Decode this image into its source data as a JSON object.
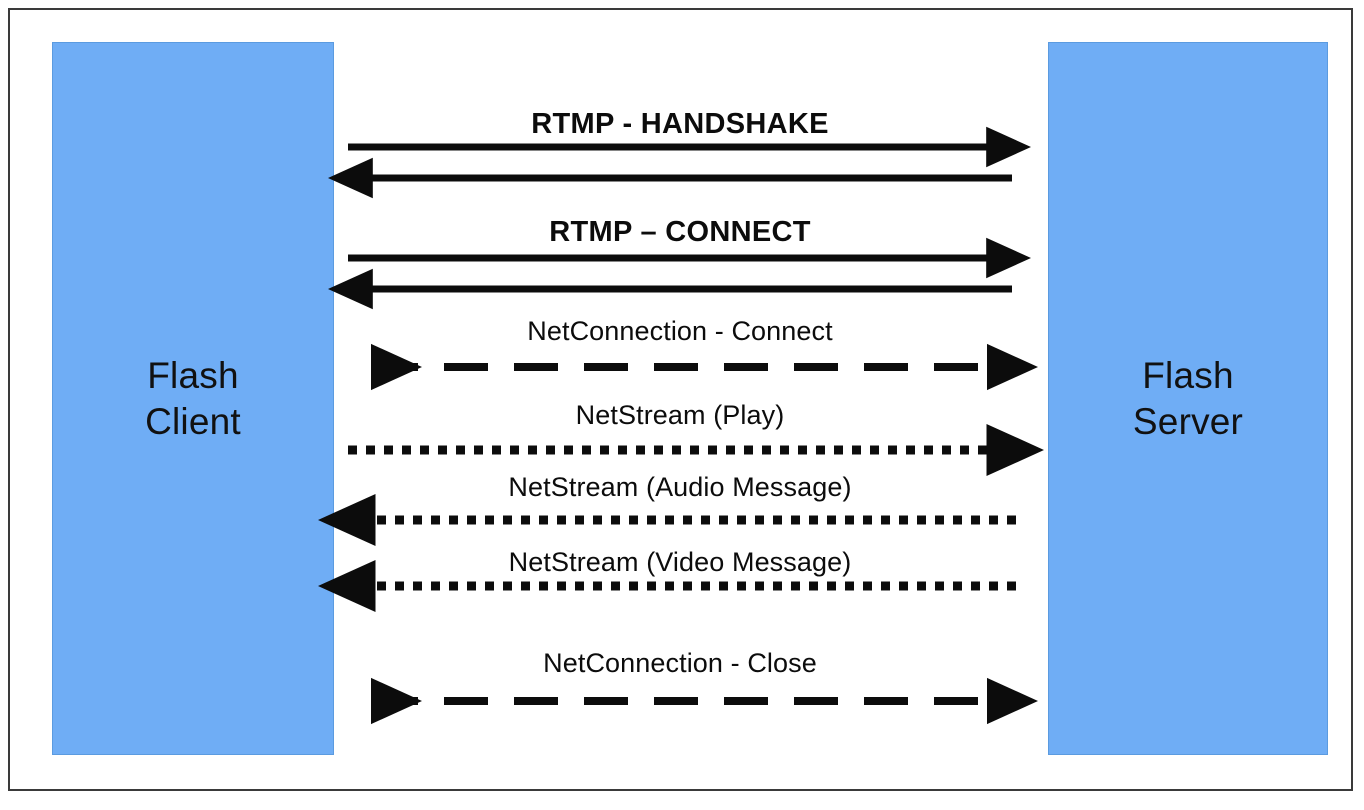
{
  "diagram": {
    "title": "RTMP Flash Client / Flash Server message sequence",
    "background": "#ffffff",
    "border_color": "#3a3a3a",
    "endpoint_fill": "#6FADF5",
    "line_color": "#0c0c0c",
    "endpoints": {
      "left": {
        "name": "flash-client",
        "line1": "Flash",
        "line2": "Client"
      },
      "right": {
        "name": "flash-server",
        "line1": "Flash",
        "line2": "Server"
      }
    },
    "messages": [
      {
        "id": "rtmp-handshake",
        "label": "RTMP - HANDSHAKE",
        "emphasis": "bold",
        "style": "solid",
        "arrows": [
          {
            "direction": "right",
            "head": "end"
          },
          {
            "direction": "left",
            "head": "start"
          }
        ]
      },
      {
        "id": "rtmp-connect",
        "label": "RTMP –  CONNECT",
        "emphasis": "bold",
        "style": "solid",
        "arrows": [
          {
            "direction": "right",
            "head": "end"
          },
          {
            "direction": "left",
            "head": "start"
          }
        ]
      },
      {
        "id": "netconnection-connect",
        "label": "NetConnection - Connect",
        "emphasis": "regular",
        "style": "dashed",
        "arrows": [
          {
            "direction": "both",
            "head": "both"
          }
        ]
      },
      {
        "id": "netstream-play",
        "label": "NetStream (Play)",
        "emphasis": "regular",
        "style": "dotted",
        "arrows": [
          {
            "direction": "right",
            "head": "end"
          }
        ]
      },
      {
        "id": "netstream-audio-message",
        "label": "NetStream (Audio Message)",
        "emphasis": "regular",
        "style": "dotted",
        "arrows": [
          {
            "direction": "left",
            "head": "start"
          }
        ]
      },
      {
        "id": "netstream-video-message",
        "label": "NetStream (Video Message)",
        "emphasis": "regular",
        "style": "dotted",
        "arrows": [
          {
            "direction": "left",
            "head": "start"
          }
        ]
      },
      {
        "id": "netconnection-close",
        "label": "NetConnection - Close",
        "emphasis": "regular",
        "style": "dashed",
        "arrows": [
          {
            "direction": "both",
            "head": "both"
          }
        ]
      }
    ]
  }
}
